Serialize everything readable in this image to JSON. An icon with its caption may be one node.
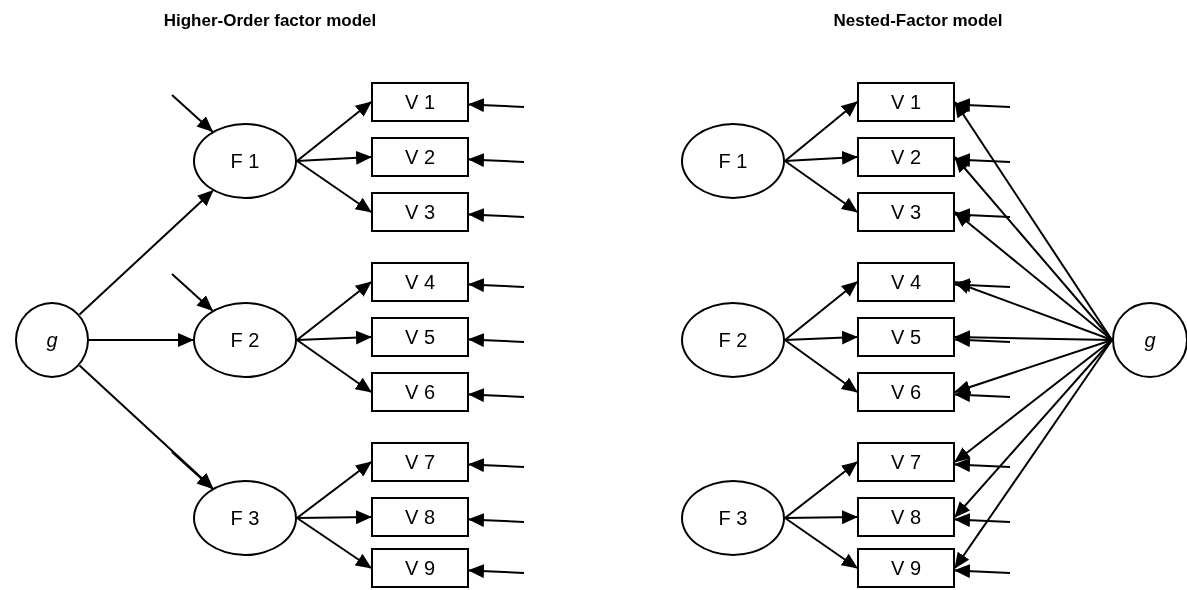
{
  "diagram": {
    "nodes": [
      {
        "text": [
          "g"
        ]
      },
      {
        "text": [
          "F 1"
        ]
      },
      {
        "text": [
          "F 2"
        ]
      },
      {
        "text": [
          "F 3"
        ]
      },
      {
        "text": [
          "V 1"
        ]
      },
      {
        "text": [
          "V 2"
        ]
      },
      {
        "text": [
          "V 3"
        ]
      },
      {
        "text": [
          "V 4"
        ]
      },
      {
        "text": [
          "V 5"
        ]
      },
      {
        "text": [
          "V 6"
        ]
      },
      {
        "text": [
          "V 7"
        ]
      },
      {
        "text": [
          "V 8"
        ]
      },
      {
        "text": [
          "V 9"
        ]
      },
      {
        "text": [
          "F 1"
        ]
      },
      {
        "text": [
          "F 2"
        ]
      },
      {
        "text": [
          "F 3"
        ]
      },
      {
        "text": [
          "V 1"
        ]
      },
      {
        "text": [
          "V 2"
        ]
      },
      {
        "text": [
          "V 3"
        ]
      },
      {
        "text": [
          "V 4"
        ]
      },
      {
        "text": [
          "V 5"
        ]
      },
      {
        "text": [
          "V 6"
        ]
      },
      {
        "text": [
          "V 7"
        ]
      },
      {
        "text": [
          "V 8"
        ]
      },
      {
        "text": [
          "V 9"
        ]
      },
      {
        "text": [
          "g"
        ]
      }
    ],
    "edges": [
      {
        "from": 0,
        "to": 1,
        "arrow": "to"
      },
      {
        "from": 0,
        "to": 2,
        "arrow": "to"
      },
      {
        "from": 0,
        "to": 3,
        "arrow": "to"
      },
      {
        "from": null,
        "to": 1,
        "arrow": "to"
      },
      {
        "from": null,
        "to": 2,
        "arrow": "to"
      },
      {
        "from": null,
        "to": 3,
        "arrow": "to"
      },
      {
        "from": 1,
        "to": 4,
        "arrow": "to"
      },
      {
        "from": 1,
        "to": 5,
        "arrow": "to"
      },
      {
        "from": 1,
        "to": 6,
        "arrow": "to"
      },
      {
        "from": 2,
        "to": 7,
        "arrow": "to"
      },
      {
        "from": 2,
        "to": 8,
        "arrow": "to"
      },
      {
        "from": 2,
        "to": 9,
        "arrow": "to"
      },
      {
        "from": 3,
        "to": 10,
        "arrow": "to"
      },
      {
        "from": 3,
        "to": 11,
        "arrow": "to"
      },
      {
        "from": 3,
        "to": 12,
        "arrow": "to"
      },
      {
        "from": null,
        "to": 4,
        "arrow": "to"
      },
      {
        "from": null,
        "to": 5,
        "arrow": "to"
      },
      {
        "from": null,
        "to": 6,
        "arrow": "to"
      },
      {
        "from": null,
        "to": 7,
        "arrow": "to"
      },
      {
        "from": null,
        "to": 8,
        "arrow": "to"
      },
      {
        "from": null,
        "to": 9,
        "arrow": "to"
      },
      {
        "from": null,
        "to": 10,
        "arrow": "to"
      },
      {
        "from": null,
        "to": 11,
        "arrow": "to"
      },
      {
        "from": null,
        "to": 12,
        "arrow": "to"
      },
      {
        "from": 13,
        "to": 16,
        "arrow": "to"
      },
      {
        "from": 13,
        "to": 17,
        "arrow": "to"
      },
      {
        "from": 13,
        "to": 18,
        "arrow": "to"
      },
      {
        "from": 14,
        "to": 19,
        "arrow": "to"
      },
      {
        "from": 14,
        "to": 20,
        "arrow": "to"
      },
      {
        "from": 14,
        "to": 21,
        "arrow": "to"
      },
      {
        "from": 15,
        "to": 22,
        "arrow": "to"
      },
      {
        "from": 15,
        "to": 23,
        "arrow": "to"
      },
      {
        "from": 15,
        "to": 24,
        "arrow": "to"
      },
      {
        "from": 25,
        "to": 16,
        "arrow": "to"
      },
      {
        "from": 25,
        "to": 17,
        "arrow": "to"
      },
      {
        "from": 25,
        "to": 18,
        "arrow": "to"
      },
      {
        "from": 25,
        "to": 19,
        "arrow": "to"
      },
      {
        "from": 25,
        "to": 20,
        "arrow": "to"
      },
      {
        "from": 25,
        "to": 21,
        "arrow": "to"
      },
      {
        "from": 25,
        "to": 22,
        "arrow": "to"
      },
      {
        "from": 25,
        "to": 23,
        "arrow": "to"
      },
      {
        "from": 25,
        "to": 24,
        "arrow": "to"
      },
      {
        "from": null,
        "to": 16,
        "arrow": "to"
      },
      {
        "from": null,
        "to": 17,
        "arrow": "to"
      },
      {
        "from": null,
        "to": 18,
        "arrow": "to"
      },
      {
        "from": null,
        "to": 19,
        "arrow": "to"
      },
      {
        "from": null,
        "to": 20,
        "arrow": "to"
      },
      {
        "from": null,
        "to": 21,
        "arrow": "to"
      },
      {
        "from": null,
        "to": 22,
        "arrow": "to"
      },
      {
        "from": null,
        "to": 23,
        "arrow": "to"
      },
      {
        "from": null,
        "to": 24,
        "arrow": "to"
      }
    ],
    "labels": [
      "Higher-Order factor model",
      "Nested-Factor model"
    ]
  }
}
